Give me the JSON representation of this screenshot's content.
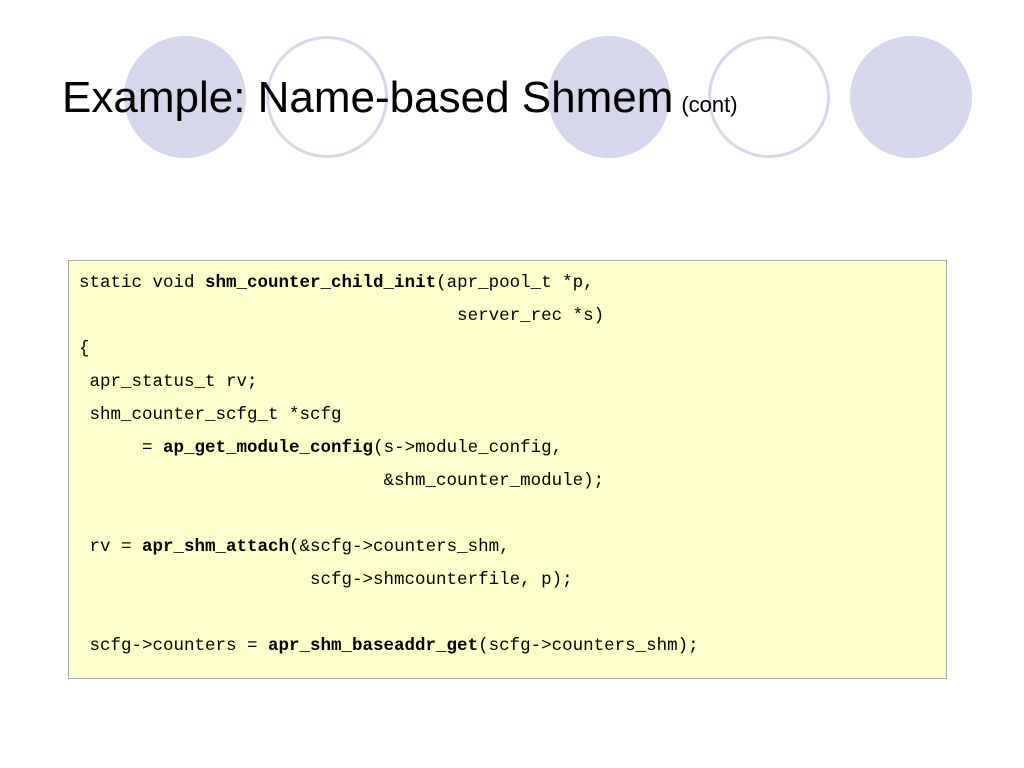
{
  "slide": {
    "title": "Example: Name-based Shmem",
    "title_suffix": "(cont)",
    "decoration": {
      "circle_fill_color": "#d6d6ec",
      "circle_pattern": [
        "filled",
        "outline",
        "filled",
        "outline",
        "filled"
      ]
    }
  },
  "code_box": {
    "background_color": "#ffffcc",
    "lines": [
      {
        "pre": "static void ",
        "bold": "shm_counter_child_init",
        "post": "(apr_pool_t *p,"
      },
      {
        "pre": "                                    server_rec *s)",
        "bold": "",
        "post": ""
      },
      {
        "pre": "{",
        "bold": "",
        "post": ""
      },
      {
        "pre": " apr_status_t rv;",
        "bold": "",
        "post": ""
      },
      {
        "pre": " shm_counter_scfg_t *scfg",
        "bold": "",
        "post": ""
      },
      {
        "pre": "      = ",
        "bold": "ap_get_module_config",
        "post": "(s->module_config,"
      },
      {
        "pre": "                             &shm_counter_module);",
        "bold": "",
        "post": ""
      },
      {
        "pre": "",
        "bold": "",
        "post": ""
      },
      {
        "pre": " rv = ",
        "bold": "apr_shm_attach",
        "post": "(&scfg->counters_shm,"
      },
      {
        "pre": "                      scfg->shmcounterfile, p);",
        "bold": "",
        "post": ""
      },
      {
        "pre": "",
        "bold": "",
        "post": ""
      },
      {
        "pre": " scfg->counters = ",
        "bold": "apr_shm_baseaddr_get",
        "post": "(scfg->counters_shm);"
      }
    ]
  }
}
